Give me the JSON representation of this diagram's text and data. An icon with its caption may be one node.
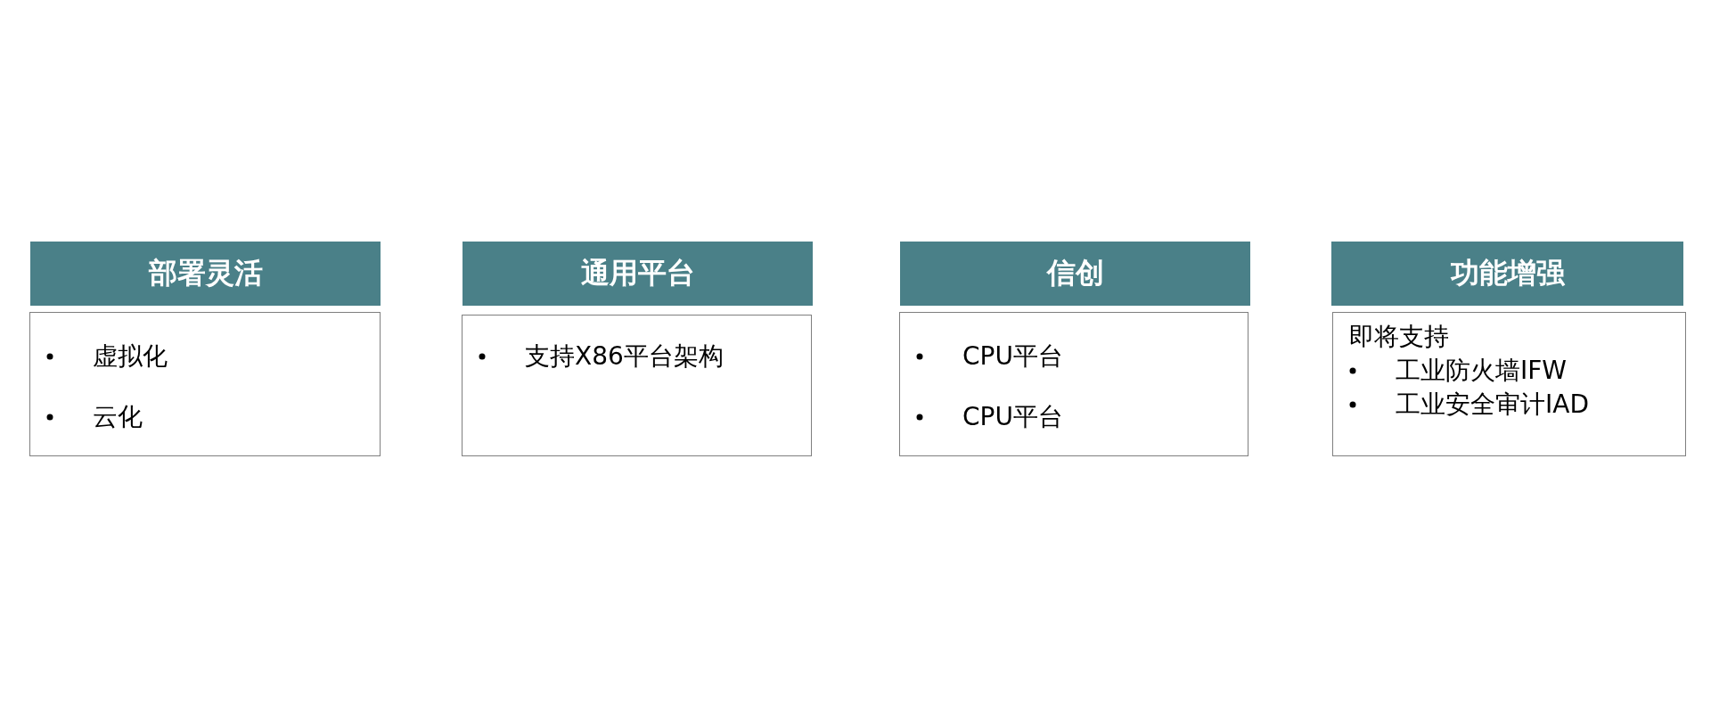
{
  "diagram": {
    "nodes": [
      {
        "text": [
          "部署灵活"
        ]
      },
      {
        "text": [
          "虚拟化",
          "云化"
        ]
      },
      {
        "text": [
          "通用平台"
        ]
      },
      {
        "text": [
          "支持X86平台架构"
        ]
      },
      {
        "text": [
          "信创"
        ]
      },
      {
        "text": [
          "CPU平台",
          "CPU平台"
        ]
      },
      {
        "text": [
          "功能增强"
        ]
      },
      {
        "text": [
          "即将支持",
          "工业防火墙IFW",
          "工业安全审计IAD"
        ]
      }
    ]
  }
}
